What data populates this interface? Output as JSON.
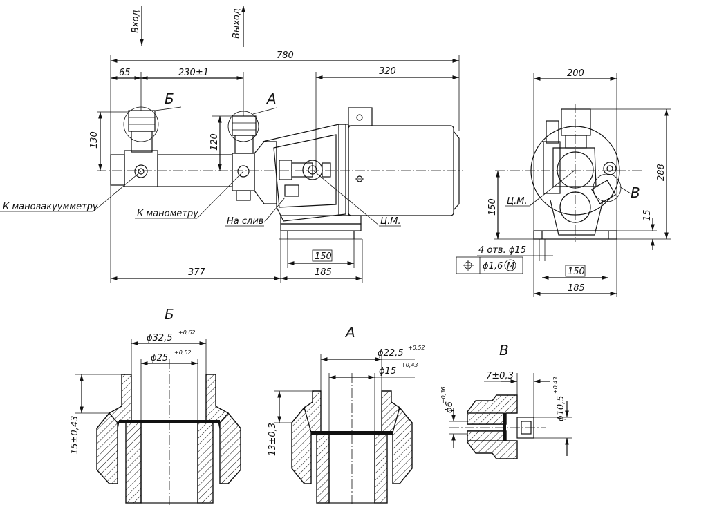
{
  "labels": {
    "inlet": "Вход",
    "outlet": "Выход",
    "view_b": "Б",
    "view_a": "А",
    "view_v": "В",
    "to_vacuum_gauge": "К мановакуумметру",
    "to_gauge": "К манометру",
    "to_drain": "На слив",
    "cm_front": "Ц.М.",
    "cm_side": "Ц.М."
  },
  "dimensions": {
    "overall_length": "780",
    "d65": "65",
    "d230": "230±1",
    "d320": "320",
    "d200": "200",
    "d130": "130",
    "d120": "120",
    "d288": "288",
    "d150_vert": "150",
    "d15_vert": "15",
    "d377": "377",
    "d150_box_front": "150",
    "d185_front": "185",
    "d150_box_side": "150",
    "d185_side": "185",
    "holes": "4 отв. ϕ15",
    "position_tol": "ϕ1,6",
    "position_mod": "М",
    "b_outer_dia": "ϕ32,5",
    "b_outer_tol": "+0,62",
    "b_inner_dia": "ϕ25",
    "b_inner_tol": "+0,52",
    "b_height": "15±0,43",
    "a_outer_dia": "ϕ22,5",
    "a_outer_tol": "+0,52",
    "a_inner_dia": "ϕ15",
    "a_inner_tol": "+0,43",
    "a_height": "13±0,3",
    "v_length": "7±0,3",
    "v_small_dia": "ϕ6",
    "v_small_tol": "+0,36",
    "v_large_dia": "ϕ10,5",
    "v_large_tol": "+0,43"
  }
}
